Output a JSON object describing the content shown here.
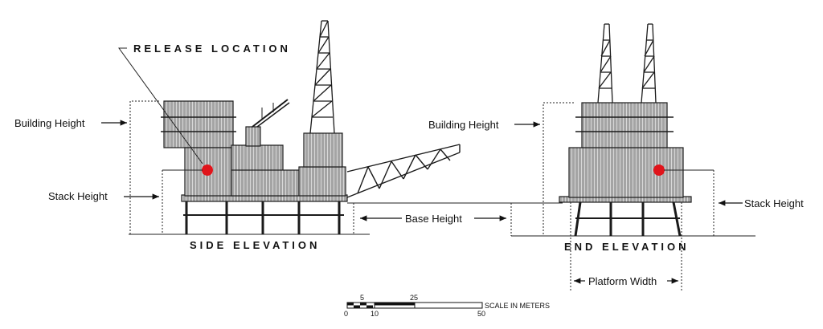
{
  "title": "RELEASE LOCATION",
  "side_view": {
    "caption": "SIDE ELEVATION",
    "building_height_label": "Building Height",
    "stack_height_label": "Stack Height",
    "base_height_label": "Base Height"
  },
  "end_view": {
    "caption": "END ELEVATION",
    "building_height_label": "Building Height",
    "stack_height_label": "Stack Height",
    "platform_width_label": "Platform Width"
  },
  "scale_bar": {
    "caption": "SCALE IN METERS",
    "top_ticks": [
      "5",
      "25"
    ],
    "bottom_ticks": [
      "0",
      "10",
      "50"
    ]
  },
  "colors": {
    "release_point": "#e0141b",
    "ink": "#1a1a1a"
  }
}
